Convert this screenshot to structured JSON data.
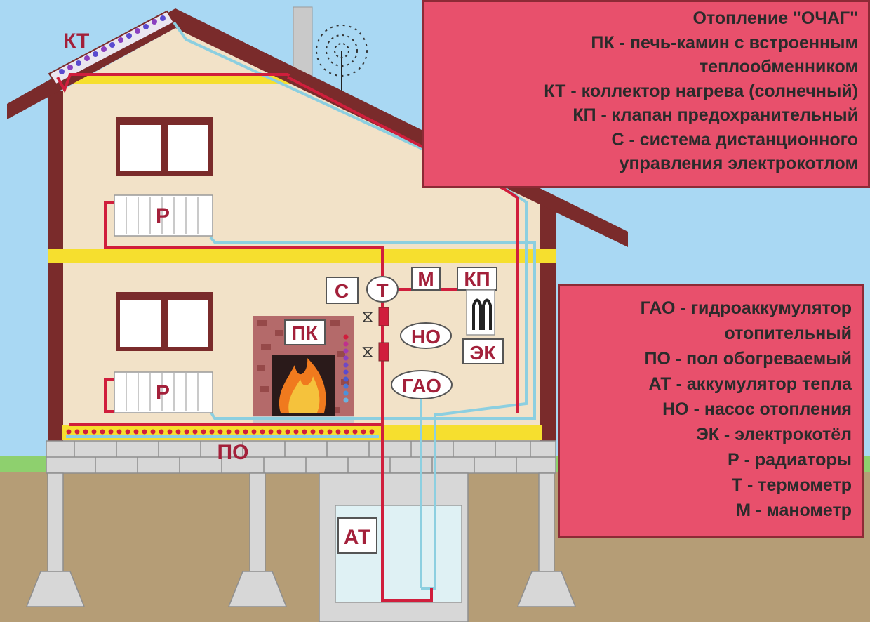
{
  "legend_top": {
    "lines": [
      "Отопление \"ОЧАГ\"",
      "ПК - печь-камин с встроенным",
      "теплообменником",
      "КТ - коллектор нагрева (солнечный)",
      "КП - клапан предохранительный",
      "С - система дистанционного",
      "управления электрокотлом"
    ]
  },
  "legend_bottom": {
    "lines": [
      "ГАО - гидроаккумулятор",
      "отопительный",
      "ПО - пол обогреваемый",
      "АТ - аккумулятор тепла",
      "НО - насос отопления",
      "ЭК - электрокотёл",
      "Р - радиаторы",
      "Т - термометр",
      "М - манометр"
    ]
  },
  "labels": {
    "kt": "КТ",
    "radiator_top": "Р",
    "radiator_bottom": "Р",
    "c": "С",
    "t": "Т",
    "m": "М",
    "kp": "КП",
    "pk": "ПК",
    "no": "НО",
    "ek": "ЭК",
    "gao": "ГАО",
    "po": "ПО",
    "at": "АТ"
  },
  "colors": {
    "sky": "#a9d8f3",
    "ground": "#b59d76",
    "grass": "#8ed06e",
    "wall": "#f2e2c8",
    "roof": "#7a2b2b",
    "floor_band": "#f6df2e",
    "legend_fill": "#e8506c",
    "hot_pipe": "#d01e3c",
    "cold_pipe": "#8ccfe0",
    "label_text": "#a3203a"
  }
}
